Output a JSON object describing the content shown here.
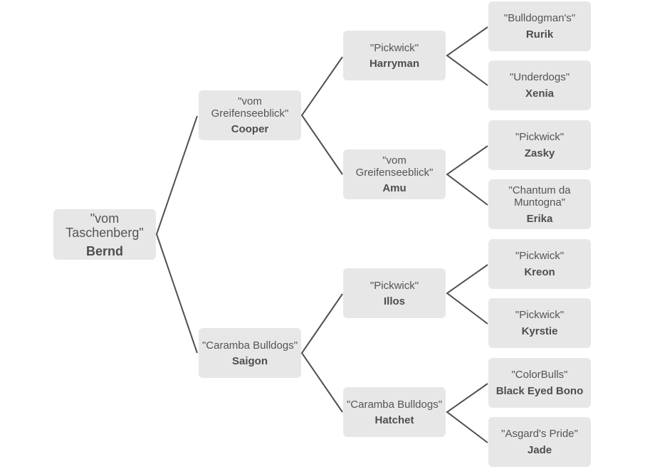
{
  "title": "Pedigree",
  "pedigree": {
    "subject": {
      "kennel": "\"vom Taschenberg\"",
      "name": "Bernd"
    },
    "parents": [
      {
        "kennel": "\"vom Greifenseeblick\"",
        "name": "Cooper"
      },
      {
        "kennel": "\"Caramba Bulldogs\"",
        "name": "Saigon"
      }
    ],
    "grandparents": [
      {
        "kennel": "\"Pickwick\"",
        "name": "Harryman"
      },
      {
        "kennel": "\"vom Greifenseeblick\"",
        "name": "Amu"
      },
      {
        "kennel": "\"Pickwick\"",
        "name": "Illos"
      },
      {
        "kennel": "\"Caramba Bulldogs\"",
        "name": "Hatchet"
      }
    ],
    "great_grandparents": [
      {
        "kennel": "\"Bulldogman's\"",
        "name": "Rurik"
      },
      {
        "kennel": "\"Underdogs\"",
        "name": "Xenia"
      },
      {
        "kennel": "\"Pickwick\"",
        "name": "Zasky"
      },
      {
        "kennel": "\"Chantum da Muntogna\"",
        "name": "Erika"
      },
      {
        "kennel": "\"Pickwick\"",
        "name": "Kreon"
      },
      {
        "kennel": "\"Pickwick\"",
        "name": "Kyrstie"
      },
      {
        "kennel": "\"ColorBulls\"",
        "name": "Black Eyed Bono"
      },
      {
        "kennel": "\"Asgard's Pride\"",
        "name": "Jade"
      }
    ]
  },
  "colors": {
    "box": "#e7e7e7",
    "line": "#505050",
    "text": "#555555"
  }
}
